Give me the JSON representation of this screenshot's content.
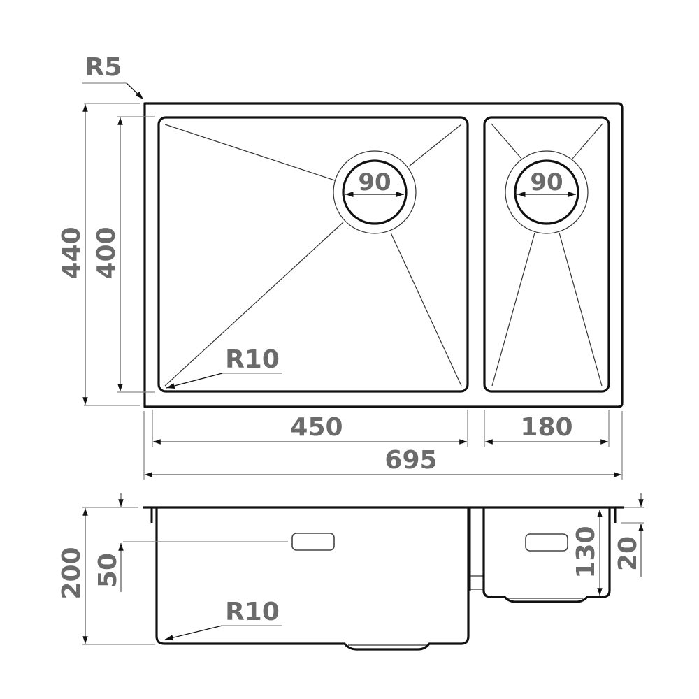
{
  "drawing": {
    "title": "Double bowl undermount sink dimensions",
    "units": "mm",
    "top_view": {
      "corner_radius_outer": "R5",
      "corner_radius_bowl": "R10",
      "overall_height": "440",
      "bowl_height": "400",
      "main_bowl_width": "450",
      "small_bowl_width": "180",
      "overall_width": "695",
      "main_drain_diameter": "90",
      "small_drain_diameter": "90"
    },
    "side_view": {
      "overall_depth": "200",
      "overflow_offset": "50",
      "corner_radius": "R10",
      "small_bowl_depth": "130",
      "small_bowl_step": "20"
    }
  }
}
